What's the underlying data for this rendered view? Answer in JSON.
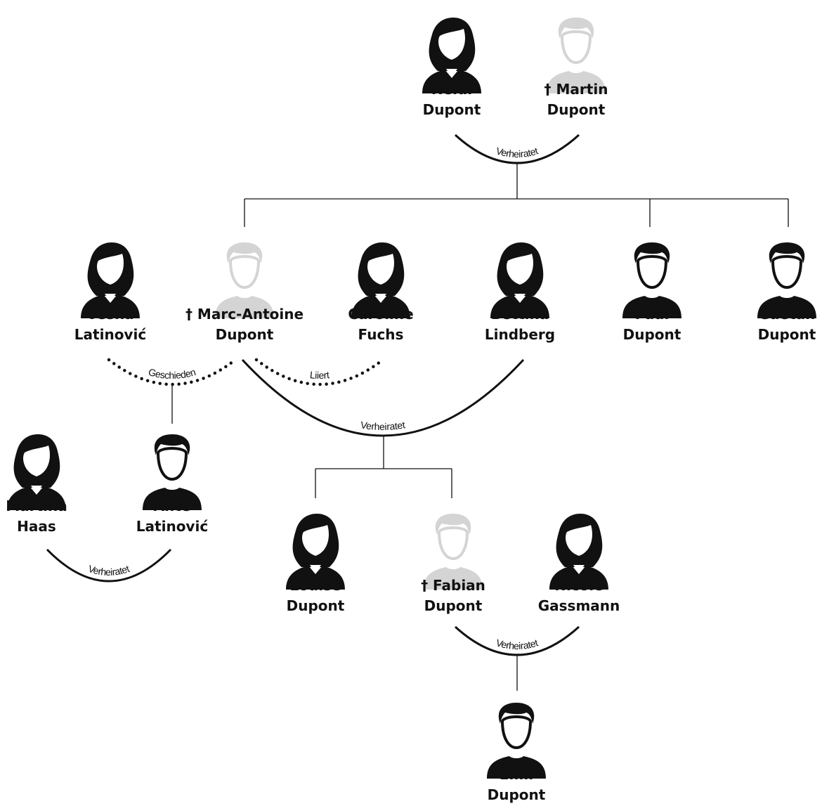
{
  "colors": {
    "alive": "#111111",
    "deceased": "#d4d4d4",
    "line": "#111111",
    "text": "#111111"
  },
  "people": [
    {
      "id": "heidi",
      "line1": "Heidi",
      "line2": "Dupont",
      "gender": "female",
      "deceased": false
    },
    {
      "id": "martin",
      "line1": "† Martin",
      "line2": "Dupont",
      "gender": "male",
      "deceased": true
    },
    {
      "id": "vesna",
      "line1": "Vesna",
      "line2": "Latinović",
      "gender": "female",
      "deceased": false
    },
    {
      "id": "marc",
      "line1": "† Marc-Antoine",
      "line2": "Dupont",
      "gender": "male",
      "deceased": true
    },
    {
      "id": "caroline",
      "line1": "Caroline",
      "line2": "Fuchs",
      "gender": "female",
      "deceased": false
    },
    {
      "id": "bettina",
      "line1": "Bettina",
      "line2": "Lindberg",
      "gender": "female",
      "deceased": false
    },
    {
      "id": "paul",
      "line1": "Paul",
      "line2": "Dupont",
      "gender": "male",
      "deceased": false
    },
    {
      "id": "gaetan",
      "line1": "Gaëtan",
      "line2": "Dupont",
      "gender": "male",
      "deceased": false
    },
    {
      "id": "martina",
      "line1": "Martina",
      "line2": "Haas",
      "gender": "female",
      "deceased": false
    },
    {
      "id": "ante",
      "line1": "Ante",
      "line2": "Latinović",
      "gender": "male",
      "deceased": false
    },
    {
      "id": "louise",
      "line1": "Louise",
      "line2": "Dupont",
      "gender": "female",
      "deceased": false
    },
    {
      "id": "fabian",
      "line1": "† Fabian",
      "line2": "Dupont",
      "gender": "male",
      "deceased": true
    },
    {
      "id": "nicole",
      "line1": "Nicole",
      "line2": "Gassmann",
      "gender": "female",
      "deceased": false
    },
    {
      "id": "emil",
      "line1": "Emil",
      "line2": "Dupont",
      "gender": "male",
      "deceased": false
    }
  ],
  "relationships": [
    {
      "id": "r1",
      "between": [
        "heidi",
        "martin"
      ],
      "label": "Verheiratet",
      "style": "solid"
    },
    {
      "id": "r2",
      "between": [
        "vesna",
        "marc"
      ],
      "label": "Geschieden",
      "style": "dotted"
    },
    {
      "id": "r3",
      "between": [
        "marc",
        "caroline"
      ],
      "label": "Liiert",
      "style": "dotted"
    },
    {
      "id": "r4",
      "between": [
        "marc",
        "bettina"
      ],
      "label": "Verheiratet",
      "style": "solid"
    },
    {
      "id": "r5",
      "between": [
        "martina",
        "ante"
      ],
      "label": "Verheiratet",
      "style": "solid"
    },
    {
      "id": "r6",
      "between": [
        "fabian",
        "nicole"
      ],
      "label": "Verheiratet",
      "style": "solid"
    }
  ]
}
